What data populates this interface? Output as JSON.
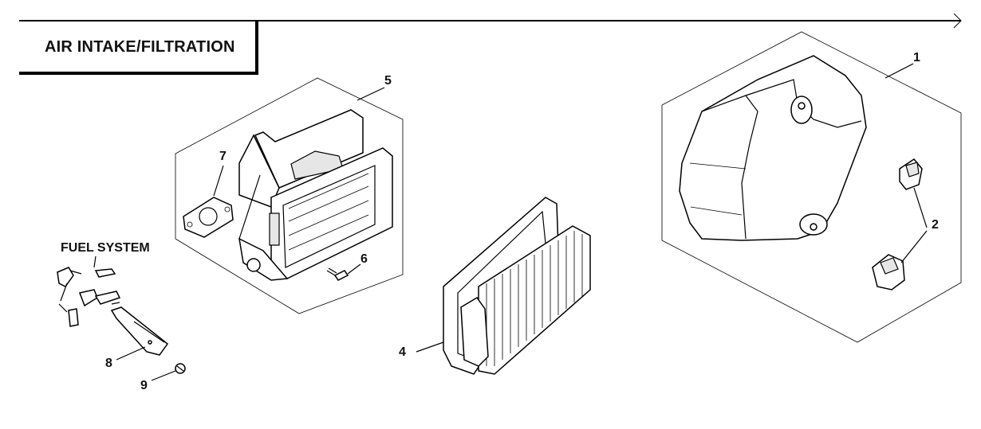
{
  "diagram": {
    "title": "AIR INTAKE/FILTRATION",
    "sub_assembly_label": "FUEL SYSTEM",
    "callouts": [
      "1",
      "2",
      "4",
      "5",
      "6",
      "7",
      "8",
      "9"
    ]
  }
}
